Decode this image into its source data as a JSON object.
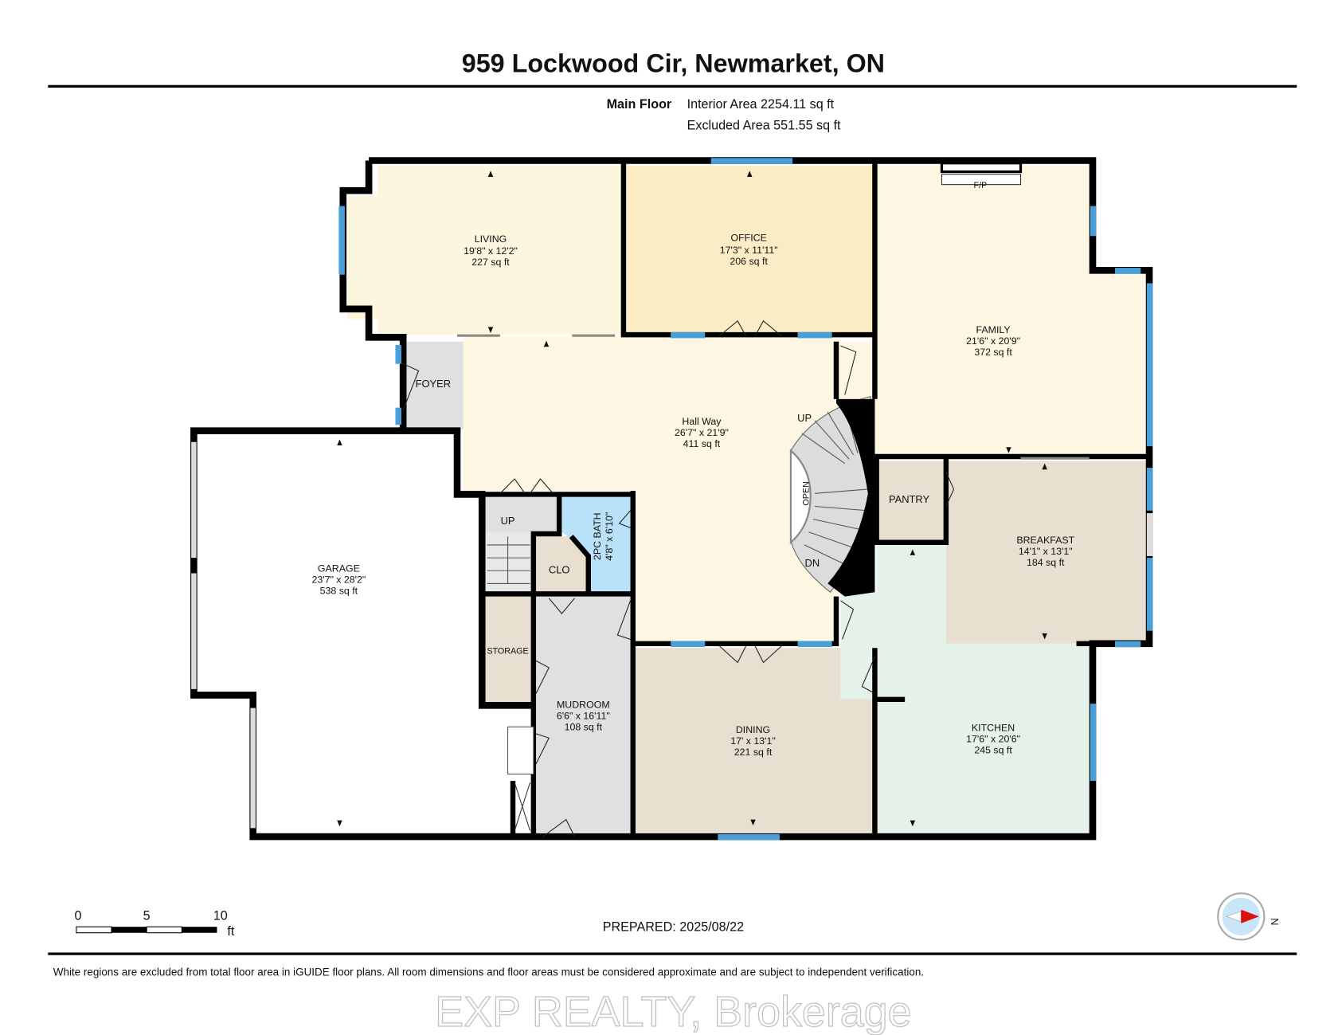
{
  "header": {
    "title": "959 Lockwood Cir, Newmarket, ON",
    "floor_name": "Main Floor",
    "interior_area": "Interior Area 2254.11 sq ft",
    "excluded_area": "Excluded Area 551.55 sq ft"
  },
  "rooms": {
    "living": {
      "name": "LIVING",
      "dims": "19'8\" x 12'2\"",
      "area": "227 sq ft"
    },
    "office": {
      "name": "OFFICE",
      "dims": "17'3\" x 11'11\"",
      "area": "206 sq ft"
    },
    "family": {
      "name": "FAMILY",
      "dims": "21'6\" x 20'9\"",
      "area": "372 sq ft"
    },
    "hallway": {
      "name": "Hall Way",
      "dims": "26'7\" x 21'9\"",
      "area": "411 sq ft"
    },
    "garage": {
      "name": "GARAGE",
      "dims": "23'7\" x 28'2\"",
      "area": "538 sq ft"
    },
    "bath": {
      "name": "2PC BATH",
      "dims": "4'8\" x 6'10\""
    },
    "breakfast": {
      "name": "BREAKFAST",
      "dims": "14'1\" x 13'1\"",
      "area": "184 sq ft"
    },
    "mudroom": {
      "name": "MUDROOM",
      "dims": "6'6\" x 16'11\"",
      "area": "108 sq ft"
    },
    "dining": {
      "name": "DINING",
      "dims": "17' x 13'1\"",
      "area": "221 sq ft"
    },
    "kitchen": {
      "name": "KITCHEN",
      "dims": "17'6\" x 20'6\"",
      "area": "245 sq ft"
    }
  },
  "labels": {
    "foyer": "FOYER",
    "fireplace": "F/P",
    "stairs_up": "UP",
    "stairs_dn": "DN",
    "open": "OPEN",
    "garage_stairs_up": "UP",
    "closet": "CLO",
    "storage": "STORAGE",
    "pantry": "PANTRY"
  },
  "footer": {
    "scale_ticks": [
      "0",
      "5",
      "10"
    ],
    "scale_unit": "ft",
    "prepared": "PREPARED: 2025/08/22",
    "compass_label": "N",
    "disclaimer": "White regions are excluded from total floor area in iGUIDE floor plans. All room dimensions and floor areas must be considered approximate and are subject to independent verification.",
    "watermark": "EXP REALTY, Brokerage"
  },
  "colors": {
    "window": "#4a9fd8",
    "living": "#fdf6df",
    "office": "#fcecc6",
    "bath": "#b9e1f8",
    "beige": "#e8dfd0",
    "kitchen": "#e4f2ea",
    "grey": "#e0e0e0"
  }
}
